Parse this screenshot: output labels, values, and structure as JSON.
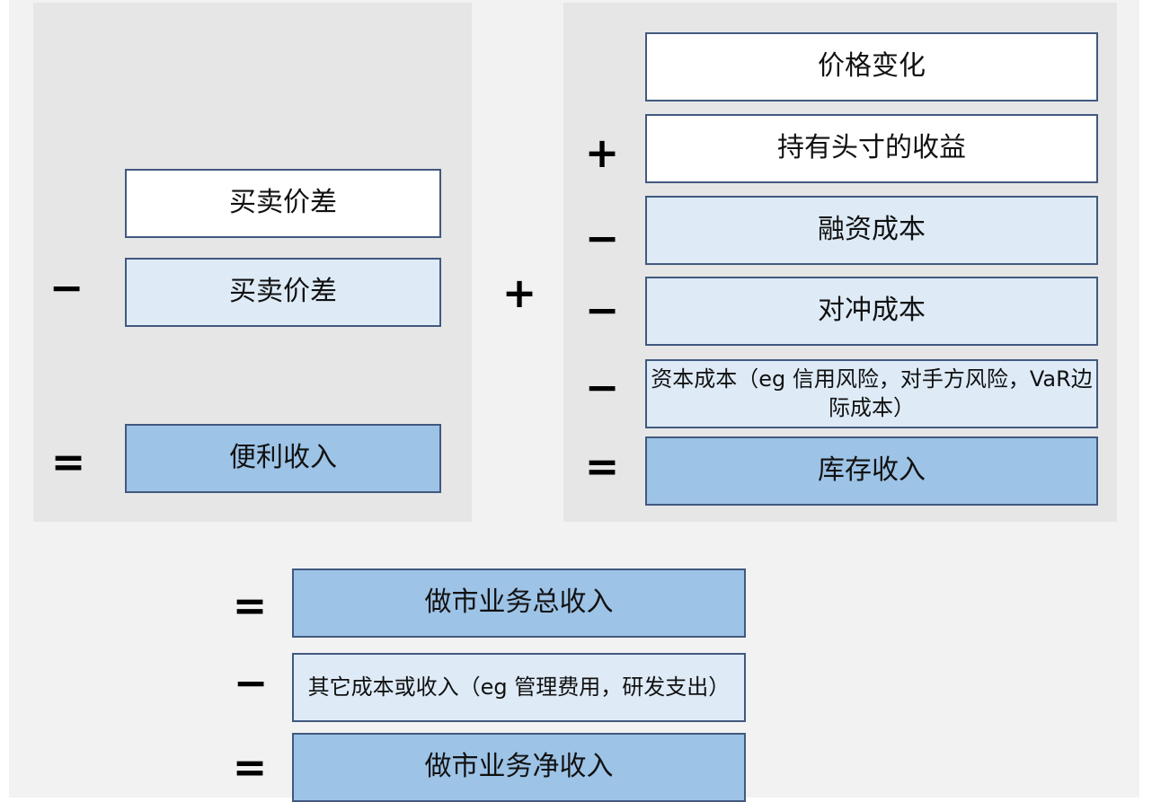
{
  "colors": {
    "white_box": "#ffffff",
    "light_box": "#deebf7",
    "result_box": "#9dc3e6",
    "border": "#41597f"
  },
  "left_group": {
    "boxes": [
      "买卖价差",
      "买卖价差",
      "便利收入"
    ],
    "ops": [
      "−",
      "="
    ]
  },
  "between_op": "+",
  "right_group": {
    "boxes": [
      "价格变化",
      "持有头寸的收益",
      "融资成本",
      "对冲成本",
      "资本成本（eg 信用风险，对手方风险，VaR边际成本）",
      "库存收入"
    ],
    "ops": [
      "+",
      "−",
      "−",
      "−",
      "="
    ]
  },
  "bottom_group": {
    "boxes": [
      "做市业务总收入",
      "其它成本或收入（eg 管理费用，研发支出）",
      "做市业务净收入"
    ],
    "ops": [
      "=",
      "−",
      "="
    ]
  }
}
